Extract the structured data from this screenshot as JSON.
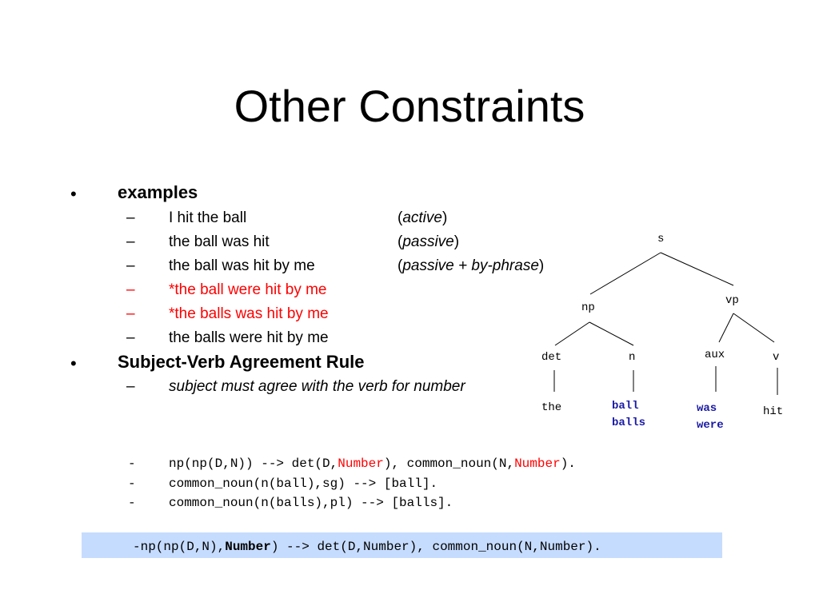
{
  "title": "Other Constraints",
  "bullet_char": "•",
  "dash_char": "–",
  "examples": {
    "heading": "examples",
    "items": [
      {
        "sentence": "I hit the ball",
        "note_prefix": "(",
        "note": "active",
        "note_suffix": ")"
      },
      {
        "sentence": "the ball was hit",
        "note_prefix": "(",
        "note": "passive",
        "note_suffix": ")"
      },
      {
        "sentence": "the ball was hit by me",
        "note_prefix": "(",
        "note": "passive + by-phrase",
        "note_suffix": ")"
      },
      {
        "sentence": "*the ball were hit by me"
      },
      {
        "sentence": "*the balls was hit by me"
      },
      {
        "sentence": "the balls were hit by me"
      }
    ]
  },
  "rule": {
    "heading": "Subject-Verb Agreement Rule",
    "item": "subject must agree with the verb for number"
  },
  "code_dash": "-",
  "code_lines": [
    {
      "a": "np(np(D,N)) --> det(D,",
      "b": "Number",
      "c": "), common_noun(N,",
      "d": "Number",
      "e": ")."
    },
    {
      "a": "common_noun(n(ball),sg) --> [ball]."
    },
    {
      "a": "common_noun(n(balls),pl) --> [balls]."
    }
  ],
  "highlight": {
    "a": "-np(np(D,N),",
    "b": "Number",
    "c": ") --> det(D,Number), common_noun(N,Number)."
  },
  "tree": {
    "s": "s",
    "np": "np",
    "vp": "vp",
    "det": "det",
    "n": "n",
    "aux": "aux",
    "v": "v",
    "the": "the",
    "ball": "ball",
    "balls": "balls",
    "was": "was",
    "were": "were",
    "hit": "hit"
  },
  "colors": {
    "red": "#ff0000",
    "highlight": "#c6dcff",
    "tree_blue": "#1a1aa6"
  }
}
